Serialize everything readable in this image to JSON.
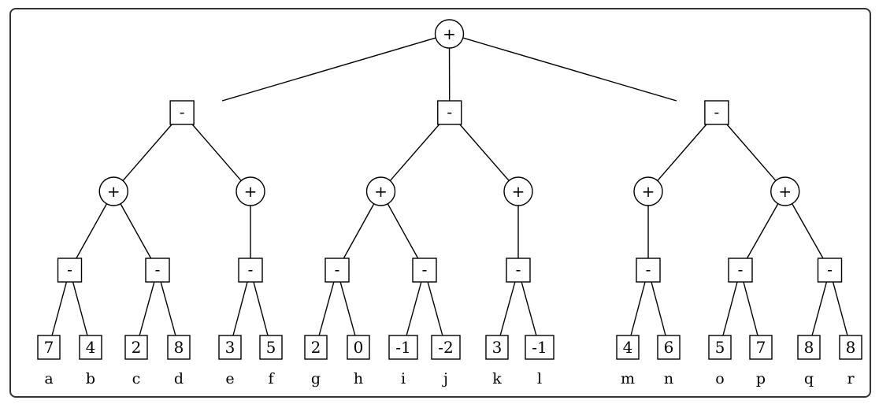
{
  "tree": {
    "op": "+",
    "children": [
      {
        "op": "-",
        "children": [
          {
            "op": "+",
            "children": [
              {
                "op": "-",
                "children": [
                  {
                    "value": "7",
                    "label": "a"
                  },
                  {
                    "value": "4",
                    "label": "b"
                  }
                ]
              },
              {
                "op": "-",
                "children": [
                  {
                    "value": "2",
                    "label": "c"
                  },
                  {
                    "value": "8",
                    "label": "d"
                  }
                ]
              }
            ]
          },
          {
            "op": "+",
            "children": [
              {
                "op": "-",
                "children": [
                  {
                    "value": "3",
                    "label": "e"
                  },
                  {
                    "value": "5",
                    "label": "f"
                  }
                ]
              }
            ]
          }
        ]
      },
      {
        "op": "-",
        "children": [
          {
            "op": "+",
            "children": [
              {
                "op": "-",
                "children": [
                  {
                    "value": "2",
                    "label": "g"
                  },
                  {
                    "value": "0",
                    "label": "h"
                  }
                ]
              },
              {
                "op": "-",
                "children": [
                  {
                    "value": "-1",
                    "label": "i"
                  },
                  {
                    "value": "-2",
                    "label": "j"
                  }
                ]
              }
            ]
          },
          {
            "op": "+",
            "children": [
              {
                "op": "-",
                "children": [
                  {
                    "value": "3",
                    "label": "k"
                  },
                  {
                    "value": "-1",
                    "label": "l"
                  }
                ]
              }
            ]
          }
        ]
      },
      {
        "op": "-",
        "children": [
          {
            "op": "+",
            "children": [
              {
                "op": "-",
                "children": [
                  {
                    "value": "4",
                    "label": "m"
                  },
                  {
                    "value": "6",
                    "label": "n"
                  }
                ]
              }
            ]
          },
          {
            "op": "+",
            "children": [
              {
                "op": "-",
                "children": [
                  {
                    "value": "5",
                    "label": "o"
                  },
                  {
                    "value": "7",
                    "label": "p"
                  }
                ]
              },
              {
                "op": "-",
                "children": [
                  {
                    "value": "8",
                    "label": "q"
                  },
                  {
                    "value": "8",
                    "label": "r"
                  }
                ]
              }
            ]
          }
        ]
      }
    ]
  }
}
